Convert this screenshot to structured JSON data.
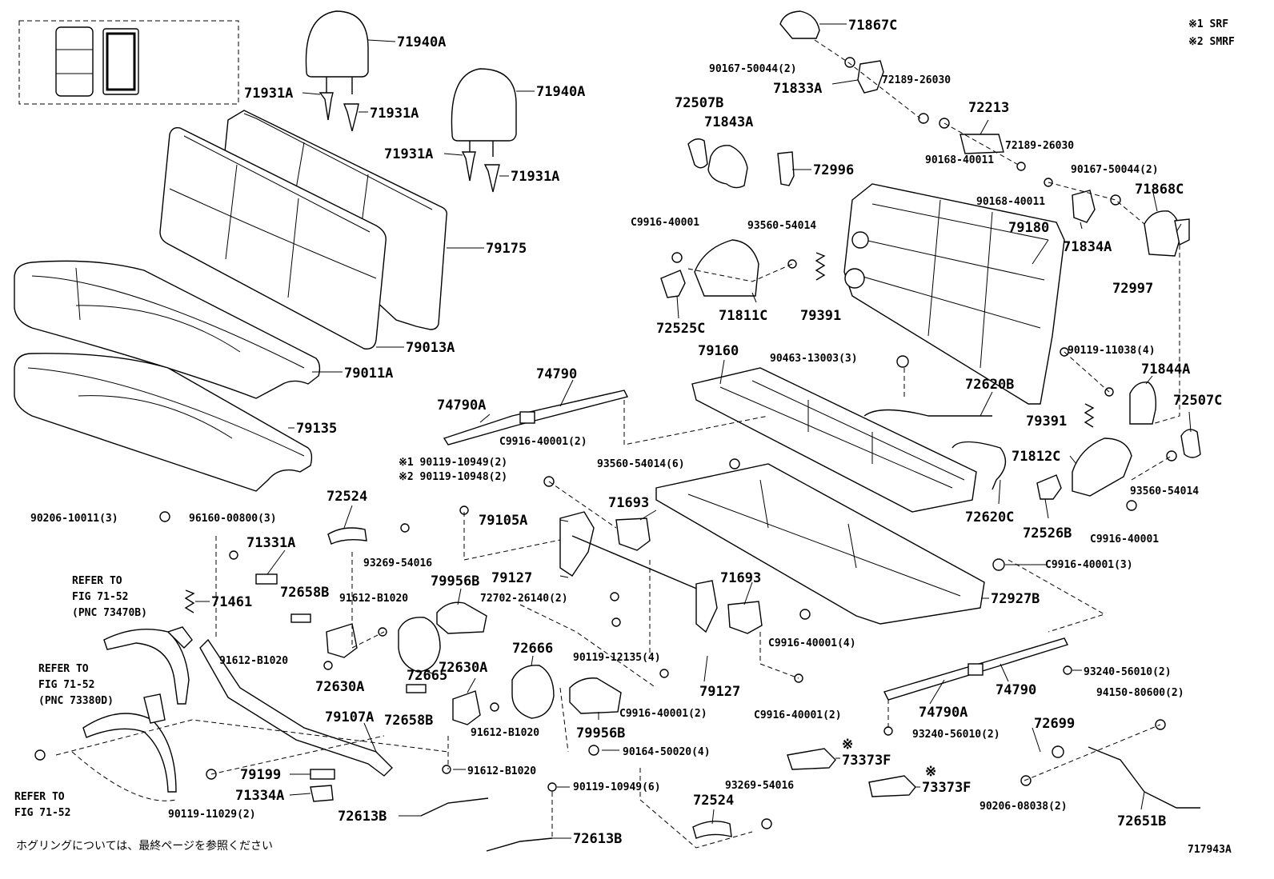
{
  "notes": {
    "srf": "※1 SRF",
    "smrf": "※2 SMRF",
    "footer": "ホグリングについては、最終ページを参照ください",
    "figure_id": "717943A"
  },
  "refer": {
    "a_line1": "REFER TO",
    "a_line2": "FIG 71-52",
    "a_line3": "(PNC 73470B)",
    "b_line1": "REFER TO",
    "b_line2": "FIG 71-52",
    "b_line3": "(PNC 73380D)",
    "c_line1": "REFER TO",
    "c_line2": "FIG 71-52"
  },
  "labels": {
    "p71940A_1": "71940A",
    "p71940A_2": "71940A",
    "p71931A_1": "71931A",
    "p71931A_2": "71931A",
    "p71931A_3": "71931A",
    "p71931A_4": "71931A",
    "p79175": "79175",
    "p79013A": "79013A",
    "p79011A": "79011A",
    "p79135": "79135",
    "p71867C": "71867C",
    "p90167_50044_a": "90167-50044(2)",
    "p72189_26030_a": "72189-26030",
    "p71833A": "71833A",
    "p72213": "72213",
    "p72507B": "72507B",
    "p71843A": "71843A",
    "p72189_26030_b": "72189-26030",
    "p90168_40011_a": "90168-40011",
    "p72996": "72996",
    "p90167_50044_b": "90167-50044(2)",
    "p90168_40011_b": "90168-40011",
    "p71868C": "71868C",
    "pC9916_40001_a": "C9916-40001",
    "p93560_54014_a": "93560-54014",
    "p79180": "79180",
    "p71834A": "71834A",
    "p72997": "72997",
    "p72525C": "72525C",
    "p71811C": "71811C",
    "p79391_a": "79391",
    "p79160": "79160",
    "p90463_13003": "90463-13003(3)",
    "p90119_11038": "90119-11038(4)",
    "p71844A": "71844A",
    "p74790_a": "74790",
    "p74790A_a": "74790A",
    "p72620B": "72620B",
    "p72507C": "72507C",
    "p79391_b": "79391",
    "pC9916_40001_2a": "C9916-40001(2)",
    "p71812C": "71812C",
    "p90119_10949_2": "※1 90119-10949(2)",
    "p90119_10948_2": "※2 90119-10948(2)",
    "p93560_54014_6": "93560-54014(6)",
    "p93560_54014_b": "93560-54014",
    "p72620C": "72620C",
    "p72526B": "72526B",
    "pC9916_40001_b": "C9916-40001",
    "p72524_a": "72524",
    "p71693_a": "71693",
    "p79105A": "79105A",
    "p90206_10011": "90206-10011(3)",
    "p96160_00800": "96160-00800(3)",
    "p71331A": "71331A",
    "p93269_54016_a": "93269-54016",
    "pC9916_40001_3": "C9916-40001(3)",
    "p79956B_a": "79956B",
    "p79127_a": "79127",
    "p72658B_a": "72658B",
    "p91612_B1020_a": "91612-B1020",
    "p72702_26140": "72702-26140(2)",
    "p71693_b": "71693",
    "p72927B": "72927B",
    "p71461": "71461",
    "p90119_12135": "90119-12135(4)",
    "pC9916_40001_4": "C9916-40001(4)",
    "p91612_B1020_b": "91612-B1020",
    "p72665": "72665",
    "p72666": "72666",
    "p79127_b": "79127",
    "p93240_56010_a": "93240-56010(2)",
    "p72630A_a": "72630A",
    "p72630A_b": "72630A",
    "pC9916_40001_2b": "C9916-40001(2)",
    "pC9916_40001_2c": "C9916-40001(2)",
    "p74790_b": "74790",
    "p94150_80600": "94150-80600(2)",
    "p79107A": "79107A",
    "p72658B_b": "72658B",
    "p91612_B1020_c": "91612-B1020",
    "p79956B_b": "79956B",
    "p74790A_b": "74790A",
    "p72699": "72699",
    "p93240_56010_b": "93240-56010(2)",
    "p90164_50020": "90164-50020(4)",
    "p73373F_a": "73373F",
    "p91612_B1020_d": "91612-B1020",
    "p79199": "79199",
    "p90119_10949_6": "90119-10949(6)",
    "p93269_54016_b": "93269-54016",
    "p73373F_b": "73373F",
    "p90206_08038": "90206-08038(2)",
    "p71334A": "71334A",
    "p90119_11029": "90119-11029(2)",
    "p72524_b": "72524",
    "p72613B_a": "72613B",
    "p72651B": "72651B",
    "p72613B_b": "72613B",
    "mark_a": "※",
    "mark_b": "※"
  }
}
